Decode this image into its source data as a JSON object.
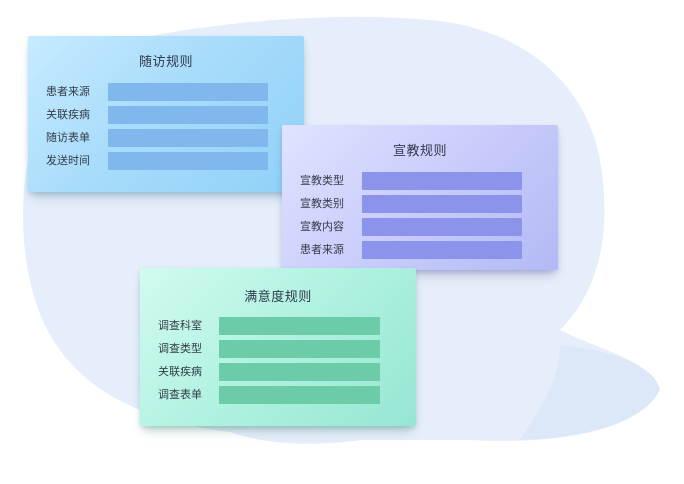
{
  "colors": {
    "blob": "#e4eef9",
    "followup_card": "#a9dcfb",
    "followup_bar": "#80b7ec",
    "education_card": "#c9cdfb",
    "education_bar": "#8b93ea",
    "satisfaction_card": "#b0f1e0",
    "satisfaction_bar": "#6bcca7"
  },
  "cards": {
    "followup": {
      "title": "随访规则",
      "rows": [
        "患者来源",
        "关联疾病",
        "随访表单",
        "发送时间"
      ]
    },
    "education": {
      "title": "宣教规则",
      "rows": [
        "宣教类型",
        "宣教类别",
        "宣教内容",
        "患者来源"
      ]
    },
    "satisfaction": {
      "title": "满意度规则",
      "rows": [
        "调查科室",
        "调查类型",
        "关联疾病",
        "调查表单"
      ]
    }
  }
}
